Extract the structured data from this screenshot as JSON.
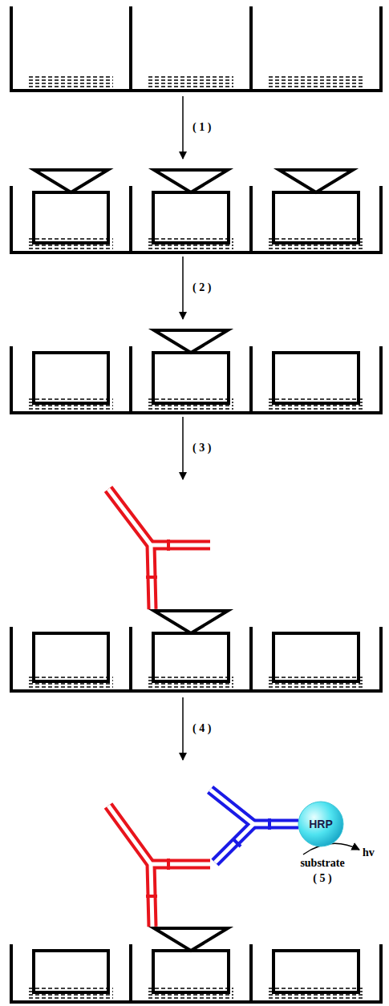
{
  "diagram": {
    "nodes": [
      {
        "text": [
          "HRP"
        ]
      }
    ],
    "labels": [
      "( 1 )",
      "( 2 )",
      "( 3 )",
      "( 4 )",
      "substrate",
      "( 5 )",
      "hv"
    ]
  }
}
